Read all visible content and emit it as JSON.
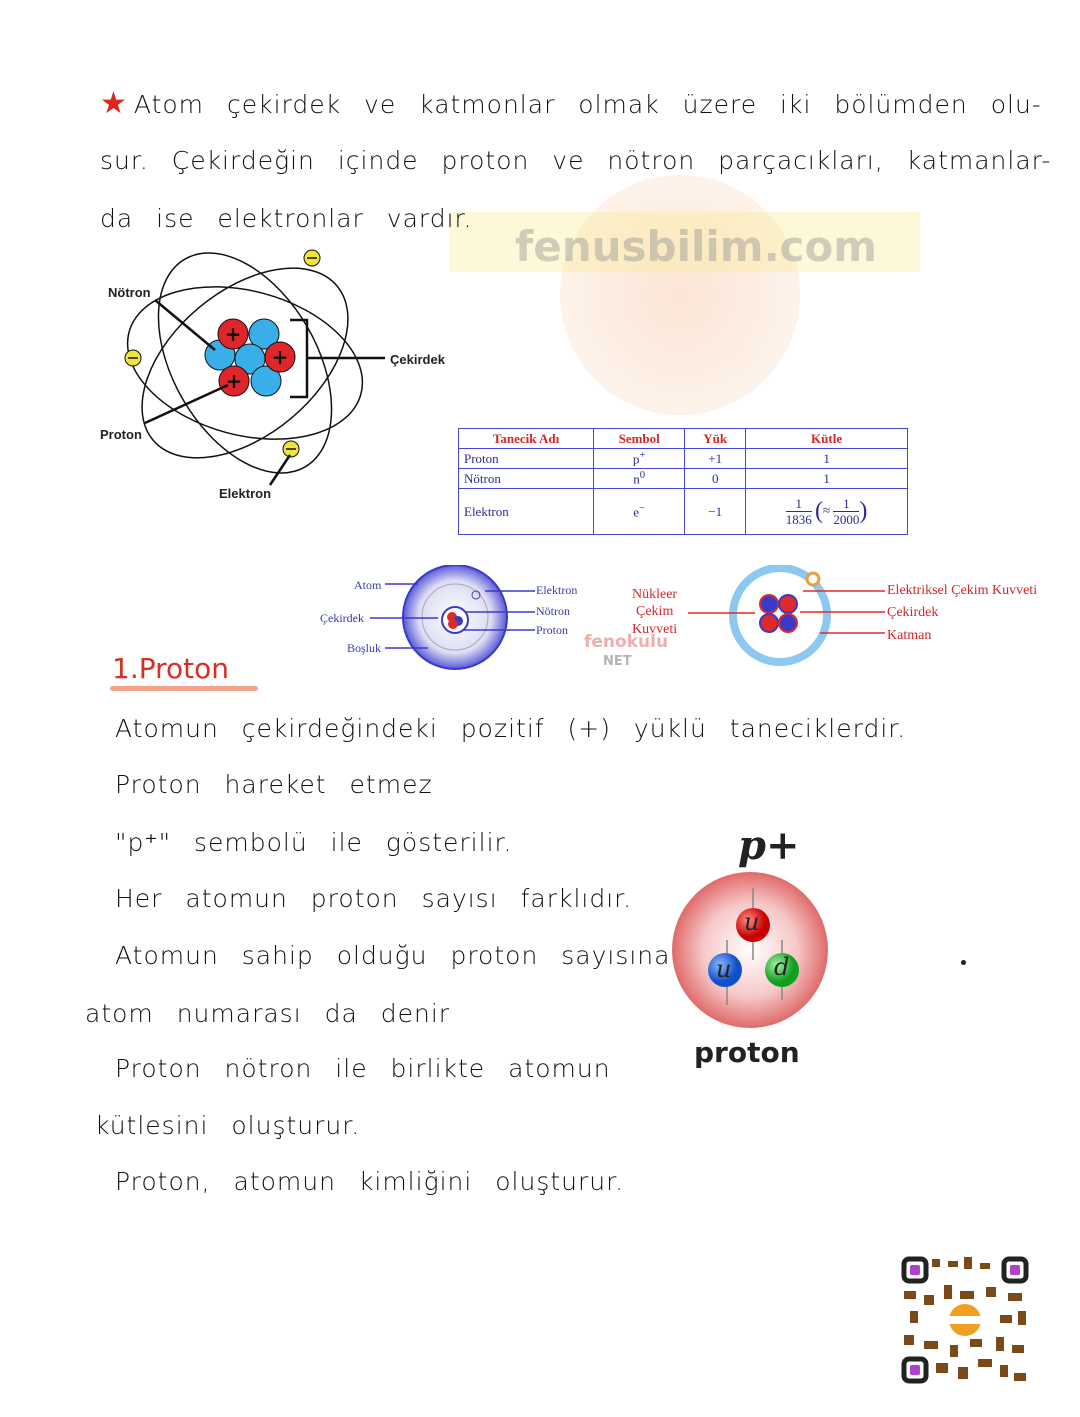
{
  "intro": {
    "star_icon": "red-star-icon",
    "lines": [
      "Atom çekirdek ve katmonlar olmak üzere iki bölümden olu-",
      "sur. Çekirdeğin içinde proton ve nötron parçacıkları, katmanlar-",
      "da ise elektronlar vardır."
    ]
  },
  "watermark": {
    "text": "fenusbilim.com"
  },
  "atom_diagram": {
    "labels": {
      "neutron": "Nötron",
      "proton": "Proton",
      "nucleus": "Çekirdek",
      "electron": "Elektron"
    }
  },
  "particle_table": {
    "headers": [
      "Tanecik Adı",
      "Sembol",
      "Yük",
      "Kütle"
    ],
    "rows": [
      {
        "name": "Proton",
        "symbol": "p",
        "symbol_sup": "+",
        "charge": "+1",
        "mass": "1"
      },
      {
        "name": "Nötron",
        "symbol": "n",
        "symbol_sup": "0",
        "charge": "0",
        "mass": "1"
      },
      {
        "name": "Elektron",
        "symbol": "e",
        "symbol_sup": "−",
        "charge": "−1",
        "mass_num": "1",
        "mass_den": "1836",
        "approx_sign": "≈",
        "approx_num": "1",
        "approx_den": "2000"
      }
    ]
  },
  "structure_diagram_left": {
    "labels": {
      "atom": "Atom",
      "nucleus": "Çekirdek",
      "space": "Boşluk",
      "electron": "Elektron",
      "neutron": "Nötron",
      "proton": "Proton"
    }
  },
  "structure_diagram_right": {
    "labels": {
      "nuclear_1": "Nükleer",
      "nuclear_2": "Çekim",
      "nuclear_3": "Kuvveti",
      "electric": "Elektriksel Çekim Kuvveti",
      "nucleus": "Çekirdek",
      "shell": "Katman"
    },
    "watermark_1": "fenokulu",
    "watermark_2": "NET"
  },
  "section": {
    "title": "1.Proton",
    "lines": [
      "Atomun çekirdeğindeki pozitif (+) yüklü taneciklerdir.",
      "Proton hareket etmez",
      "\"p⁺\" sembolü ile gösterilir.",
      "Her atomun proton sayısı farklıdır.",
      "Atomun sahip olduğu proton sayısına",
      "atom numarası da denir",
      "Proton nötron ile birlikte atomun",
      "kütlesini oluşturur.",
      "Proton, atomun kimliğini oluşturur."
    ]
  },
  "proton_image": {
    "symbol": "p+",
    "quarks": [
      "u",
      "u",
      "d"
    ],
    "caption": "proton"
  },
  "qr": {
    "icon": "qr-code-icon",
    "logo": "fenusbilim.com"
  }
}
